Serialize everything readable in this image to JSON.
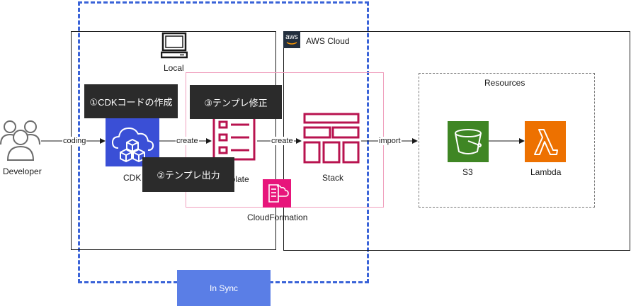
{
  "nodes": {
    "developer": "Developer",
    "local": "Local",
    "aws_cloud": "AWS Cloud",
    "aws_logo": "aws",
    "cdk": "CDK",
    "template": "Template",
    "stack": "Stack",
    "cloudformation": "CloudFormation",
    "resources": "Resources",
    "s3": "S3",
    "lambda": "Lambda"
  },
  "edges": {
    "coding": "coding",
    "create_1": "create",
    "create_2": "create",
    "import": "import"
  },
  "callouts": {
    "step1": "①CDKコードの作成",
    "step2": "②テンプレ出力",
    "step3": "③テンプレ修正"
  },
  "badge": {
    "in_sync": "In Sync"
  },
  "colors": {
    "cdk_blue": "#3a4fd6",
    "s3_green": "#3f8624",
    "lambda_orange": "#ed7100",
    "cloudformation_pink": "#e7157b",
    "sync_border": "#3a63d8",
    "callout_bg": "#2b2b2b"
  },
  "icons": [
    "developer-users-icon",
    "local-computer-icon",
    "aws-logo-icon",
    "cdk-icon",
    "template-icon",
    "stack-icon",
    "cloudformation-icon",
    "s3-bucket-icon",
    "lambda-icon"
  ]
}
